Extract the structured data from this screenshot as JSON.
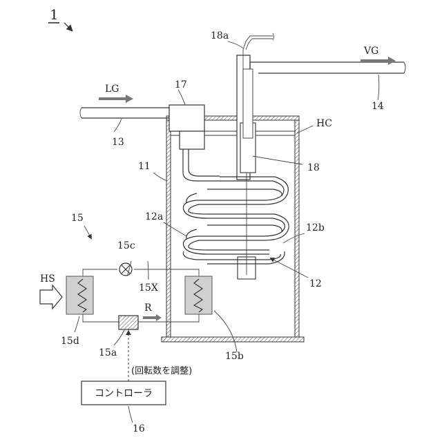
{
  "figure": {
    "number": "1",
    "labels": {
      "liquid_gas": "LG",
      "vapor_gas": "VG",
      "heat_source": "HS",
      "refrigerant": "R",
      "hc": "HC",
      "tank": "11",
      "coil": "12",
      "coil_left": "12a",
      "coil_right": "12b",
      "inlet_pipe": "13",
      "outlet_pipe": "14",
      "heat_pump": "15",
      "heat_pump_loop": "15X",
      "compressor": "15a",
      "condenser": "15b",
      "valve": "15c",
      "evaporator": "15d",
      "controller_ref": "16",
      "distributor": "17",
      "sensor": "18",
      "sensor_top": "18a"
    },
    "controller_label": "コントローラ",
    "annotation": "(回転数を調整)"
  }
}
